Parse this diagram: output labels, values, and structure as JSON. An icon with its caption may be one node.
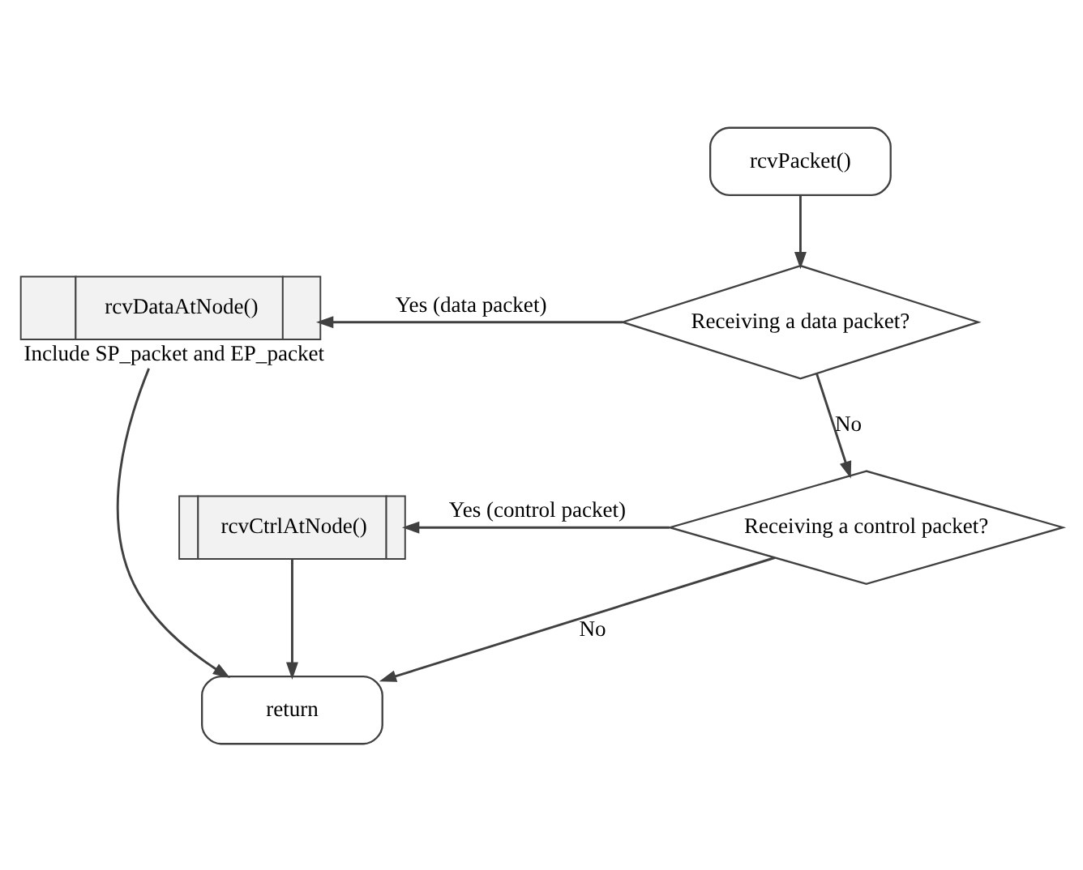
{
  "diagram": {
    "nodes": [
      {
        "text": [
          "rcvPacket()"
        ]
      },
      {
        "text": [
          "Receiving a data packet?"
        ]
      },
      {
        "text": [
          "rcvDataAtNode()"
        ],
        "beside": [
          "Include SP_packet and EP_packet"
        ]
      },
      {
        "text": [
          "Receiving a control packet?"
        ]
      },
      {
        "text": [
          "rcvCtrlAtNode()"
        ]
      },
      {
        "text": [
          "return"
        ]
      }
    ],
    "edges": [
      {
        "from": 0,
        "to": 1,
        "arrow": "to"
      },
      {
        "from": 1,
        "to": 2,
        "arrow": "to",
        "label": "Yes (data packet)"
      },
      {
        "from": 1,
        "to": 3,
        "arrow": "to",
        "label": "No"
      },
      {
        "from": 3,
        "to": 4,
        "arrow": "to",
        "label": "Yes (control packet)"
      },
      {
        "from": 3,
        "to": 5,
        "arrow": "to",
        "label": "No"
      },
      {
        "from": 2,
        "to": 5,
        "arrow": "to"
      },
      {
        "from": 4,
        "to": 5,
        "arrow": "to"
      }
    ]
  }
}
